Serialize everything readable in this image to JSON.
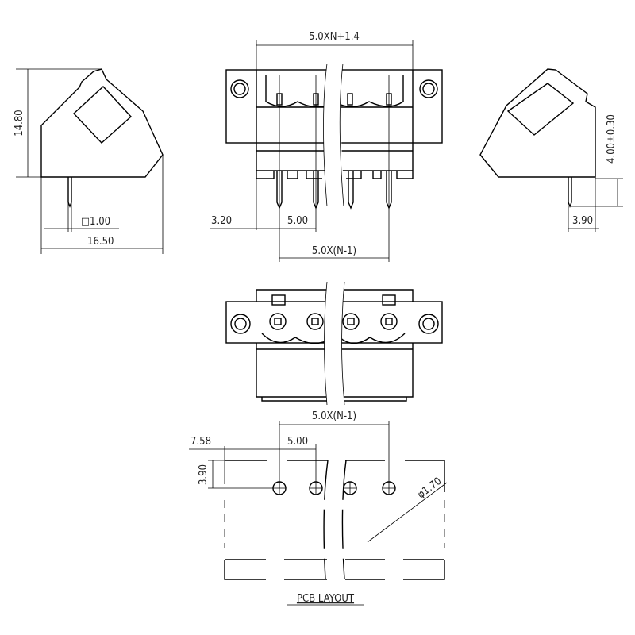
{
  "title": "PCB LAYOUT",
  "dimensions": {
    "total_width": "5.0XN+1.4",
    "height": "14.80",
    "pin_square": "□1.00",
    "depth": "16.50",
    "edge_offset": "3.20",
    "pitch_front": "5.00",
    "span_front": "5.0X(N-1)",
    "pin_length": "4.00±0.30",
    "pin_offset_side": "3.90",
    "span_pcb": "5.0X(N-1)",
    "edge_pcb": "7.58",
    "pitch_pcb": "5.00",
    "row_offset_pcb": "3.90",
    "hole_diameter": "φ1.70"
  }
}
